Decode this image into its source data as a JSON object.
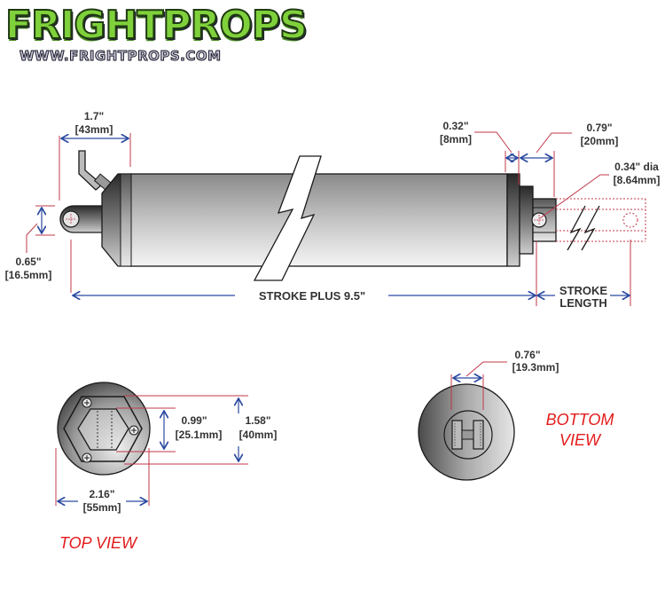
{
  "logo": {
    "title": "FRIGHTPROPS",
    "url": "WWW.FRIGHTPROPS.COM"
  },
  "colors": {
    "dimension_line": "#c0384a",
    "arrow": "#2a4aa0",
    "outline": "#1a1a1a",
    "view_label": "#e31b1b",
    "logo_green": "#7fd13b"
  },
  "side_view": {
    "rear_mount": {
      "inch": "1.7\"",
      "mm": "[43mm]"
    },
    "clevis_height": {
      "inch": "0.65\"",
      "mm": "[16.5mm]"
    },
    "collar": {
      "inch": "0.32\"",
      "mm": "[8mm]"
    },
    "rod_end": {
      "inch": "0.79\"",
      "mm": "[20mm]"
    },
    "hole_dia": {
      "inch": "0.34\" dia",
      "mm": "[8.64mm]"
    },
    "body_length": "STROKE PLUS 9.5\"",
    "stroke_length_line1": "STROKE",
    "stroke_length_line2": "LENGTH"
  },
  "top_view": {
    "label": "TOP VIEW",
    "inner_hex": {
      "inch": "0.99\"",
      "mm": "[25.1mm]"
    },
    "outer_hex": {
      "inch": "1.58\"",
      "mm": "[40mm]"
    },
    "diameter": {
      "inch": "2.16\"",
      "mm": "[55mm]"
    }
  },
  "bottom_view": {
    "label_line1": "BOTTOM",
    "label_line2": "VIEW",
    "slot_width": {
      "inch": "0.76\"",
      "mm": "[19.3mm]"
    }
  }
}
